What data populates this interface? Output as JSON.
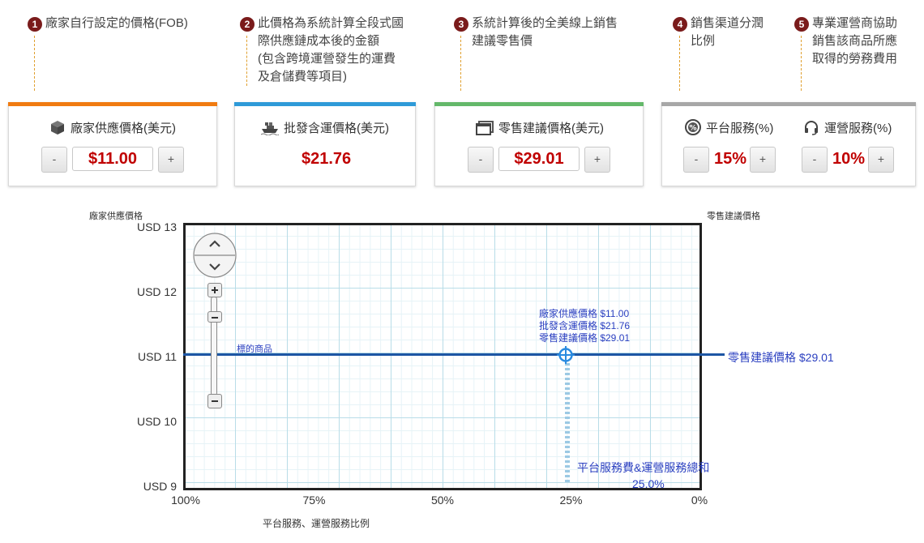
{
  "steps": [
    {
      "num": "1",
      "text": "廠家自行設定的價格(FOB)"
    },
    {
      "num": "2",
      "text": "此價格為系統計算全段式國\n際供應鏈成本後的金額\n(包含跨境運營發生的運費\n及倉儲費等項目)"
    },
    {
      "num": "3",
      "text": "系統計算後的全美線上銷售\n建議零售價"
    },
    {
      "num": "4",
      "text": "銷售渠道分潤\n比例"
    },
    {
      "num": "5",
      "text": "專業運營商協助\n銷售該商品所應\n取得的勞務費用"
    }
  ],
  "cards": {
    "supplier": {
      "title": "廠家供應價格(美元)",
      "value": "$11.00",
      "minus": "-",
      "plus": "+",
      "icon": "box-icon"
    },
    "wholesale": {
      "title": "批發含運價格(美元)",
      "value": "$21.76",
      "icon": "ship-icon"
    },
    "retail": {
      "title": "零售建議價格(美元)",
      "value": "$29.01",
      "minus": "-",
      "plus": "+",
      "icon": "window-icon"
    },
    "platform": {
      "title": "平台服務(%)",
      "value": "15%",
      "minus": "-",
      "plus": "+",
      "icon": "percent-icon"
    },
    "operation": {
      "title": "運營服務(%)",
      "value": "10%",
      "minus": "-",
      "plus": "+",
      "icon": "headset-icon"
    }
  },
  "colors": {
    "bar_supplier": "#f07b10",
    "bar_wholesale": "#2e9ad8",
    "bar_retail": "#64b86a",
    "bar_fees": "#a7a7a7",
    "value_red": "#c00000",
    "line_blue": "#1d56a4",
    "step_badge": "#7a1b1b"
  },
  "chart": {
    "y_axis_title": "廠家供應價格",
    "right_axis_title": "零售建議價格",
    "x_axis_title": "平台服務、運營服務比例",
    "series_label": "標的商品",
    "right_line_label": "零售建議價格 $29.01",
    "tooltip": [
      "廠家供應價格 $11.00",
      "批發含運價格 $21.76",
      "零售建議價格 $29.01"
    ],
    "fee_label": "平台服務費&運營服務總和",
    "fee_value": "25.0%"
  },
  "chart_data": {
    "type": "line",
    "ylabel": "廠家供應價格",
    "xlabel": "平台服務、運營服務比例",
    "y_ticks": [
      "USD 13",
      "USD 12",
      "USD 11",
      "USD 10",
      "USD 9"
    ],
    "x_ticks": [
      "100%",
      "75%",
      "50%",
      "25%",
      "0%"
    ],
    "ylim": [
      9,
      13
    ],
    "xlim": [
      100,
      0
    ],
    "grid": true,
    "series": [
      {
        "name": "標的商品",
        "x": [
          100,
          0
        ],
        "y": [
          11,
          11
        ]
      }
    ],
    "marker": {
      "x": 25,
      "y": 11
    }
  }
}
